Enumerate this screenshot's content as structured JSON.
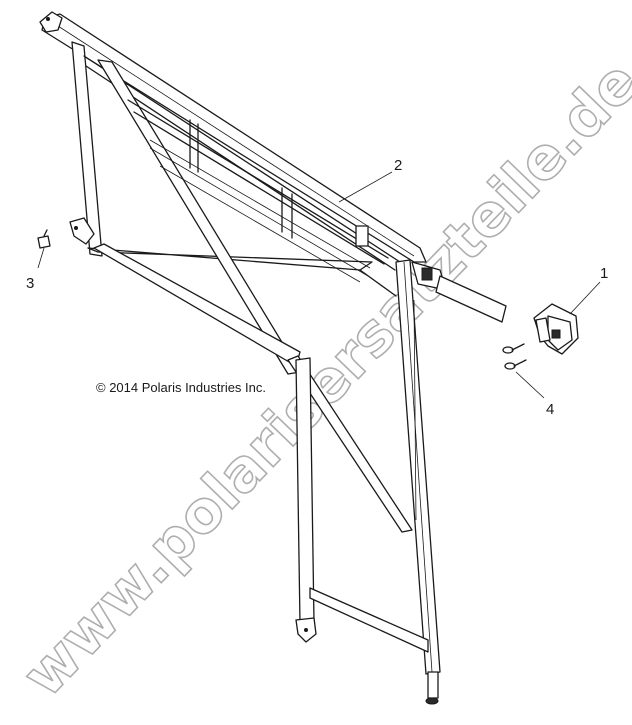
{
  "callouts": [
    {
      "id": "1",
      "label": "1"
    },
    {
      "id": "2",
      "label": "2"
    },
    {
      "id": "3",
      "label": "3"
    },
    {
      "id": "4",
      "label": "4"
    }
  ],
  "copyright": "© 2014 Polaris Industries Inc.",
  "watermark": "www.polarisersatzteile.de"
}
